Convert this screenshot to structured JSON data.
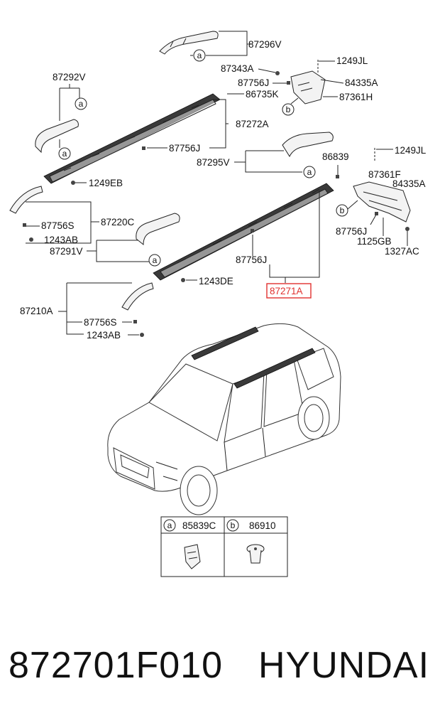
{
  "labels": {
    "p87296V": "87296V",
    "p1249JL_top": "1249JL",
    "p87343A": "87343A",
    "p84335A_top": "84335A",
    "p87756J_top": "87756J",
    "p86735K": "86735K",
    "p87361H": "87361H",
    "p87292V": "87292V",
    "p87272A": "87272A",
    "p87756J_mid": "87756J",
    "p86839": "86839",
    "p1249JL_right": "1249JL",
    "p87295V": "87295V",
    "p87361F": "87361F",
    "p84335A_right": "84335A",
    "p1249EB": "1249EB",
    "p87756J_right": "87756J",
    "p1125GB": "1125GB",
    "p1327AC": "1327AC",
    "p87756S_left": "87756S",
    "p87220C": "87220C",
    "p1243AB_left": "1243AB",
    "p87291V": "87291V",
    "p87756J_low": "87756J",
    "p1243DE": "1243DE",
    "p87271A": "87271A",
    "p87210A": "87210A",
    "p87756S_bottom": "87756S",
    "p1243AB_bottom": "1243AB"
  },
  "callouts": {
    "a": "a",
    "b": "b"
  },
  "legend": {
    "a_letter": "a",
    "a_part": "85839C",
    "b_letter": "b",
    "b_part": "86910"
  },
  "footer": {
    "part_number": "872701F010",
    "brand": "HYUNDAI"
  },
  "colors": {
    "highlight": "#e0312f",
    "line": "#222222"
  }
}
